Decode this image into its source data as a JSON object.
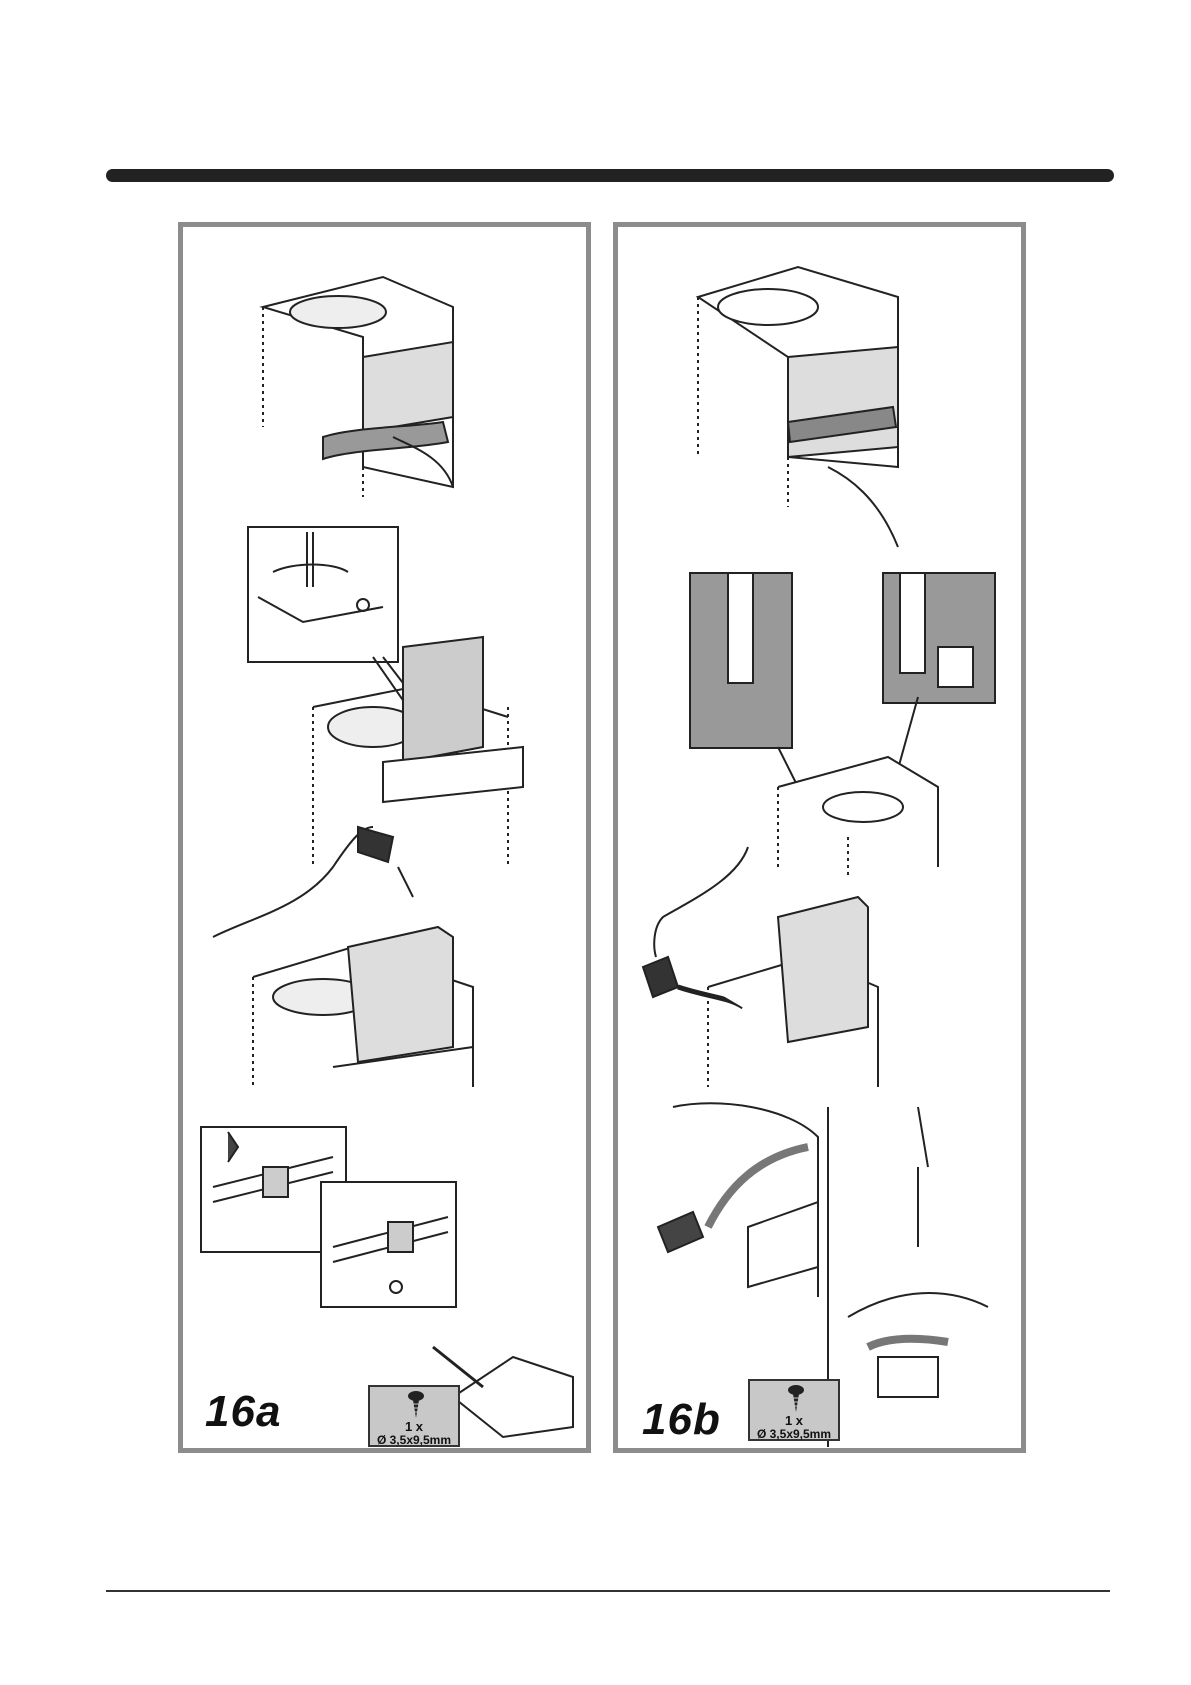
{
  "figures": [
    {
      "label": "16a",
      "screw": {
        "quantity": "1 x",
        "size": "Ø 3,5x9,5mm"
      }
    },
    {
      "label": "16b",
      "screw": {
        "quantity": "1 x",
        "size": "Ø 3,5x9,5mm"
      }
    }
  ]
}
